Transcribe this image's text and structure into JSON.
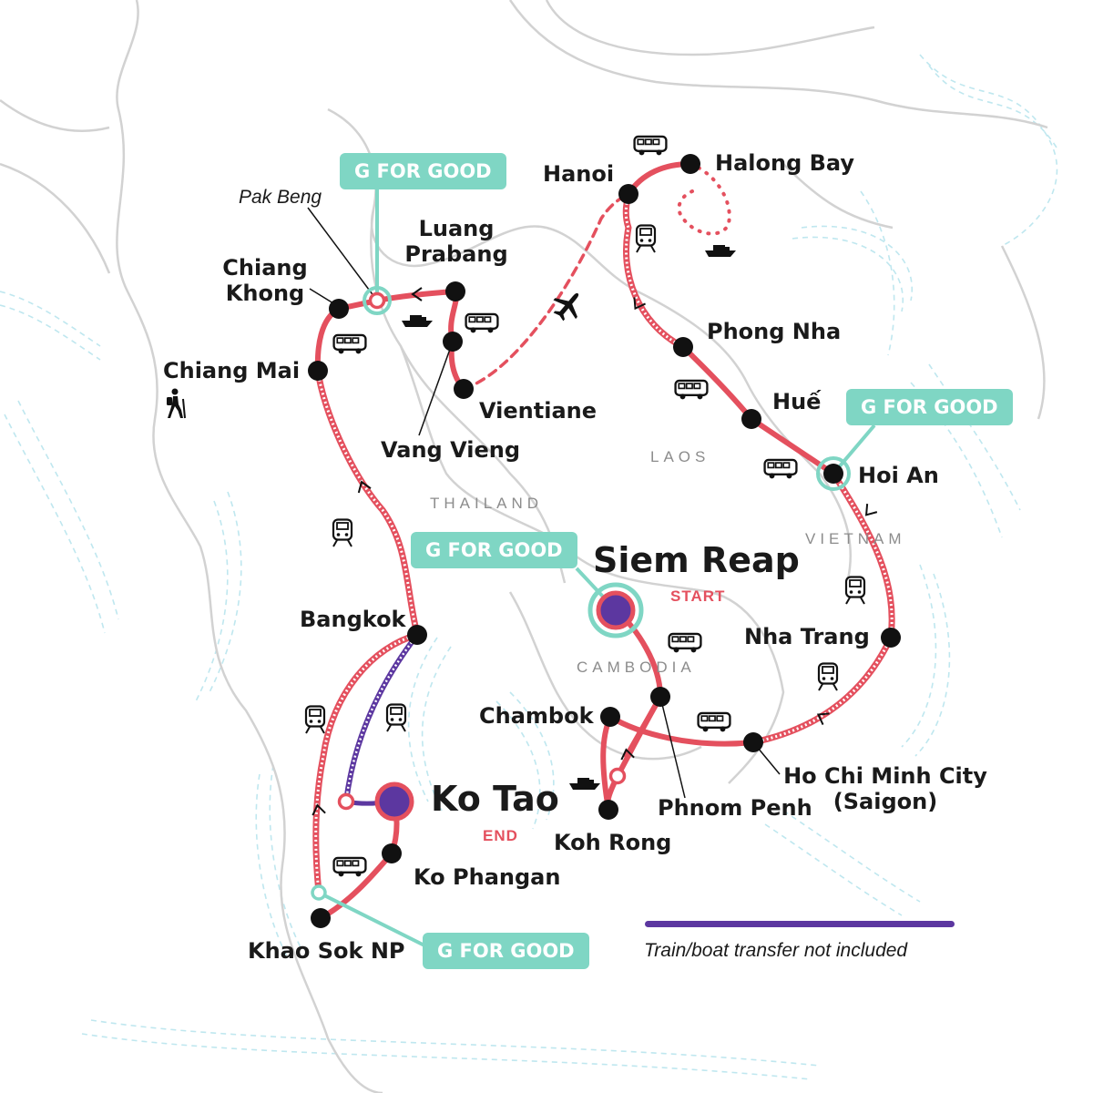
{
  "map_title": "Southeast Asia trip route map",
  "colors": {
    "route": "#e4505e",
    "stop": "#111111",
    "start_end_fill": "#5c37a0",
    "g_for_good": "#7fd6c4",
    "transfer_not_included": "#5c37a0",
    "coast_lines": "#a8dde8",
    "borders": "#cfcfcf"
  },
  "countries": {
    "laos": "LAOS",
    "thailand": "THAILAND",
    "vietnam": "VIETNAM",
    "cambodia": "CAMBODIA"
  },
  "start": {
    "name": "Siem Reap",
    "tag": "START"
  },
  "end": {
    "name": "Ko Tao",
    "tag": "END"
  },
  "stops": {
    "hanoi": "Hanoi",
    "halong_bay": "Halong Bay",
    "pak_beng": "Pak Beng",
    "luang_prabang": "Luang\nPrabang",
    "chiang_khong": "Chiang\nKhong",
    "chiang_mai": "Chiang Mai",
    "vang_vieng": "Vang Vieng",
    "vientiane": "Vientiane",
    "phong_nha": "Phong Nha",
    "hue": "Huế",
    "hoi_an": "Hoi An",
    "nha_trang": "Nha Trang",
    "bangkok": "Bangkok",
    "chambok": "Chambok",
    "phnom_penh": "Phnom Penh",
    "koh_rong": "Koh Rong",
    "ho_chi_minh_city": "Ho Chi Minh City\n(Saigon)",
    "ko_phangan": "Ko Phangan",
    "khao_sok": "Khao Sok NP"
  },
  "g_for_good_label": "G FOR GOOD",
  "legend": {
    "transfer_not_included": "Train/boat transfer not included"
  },
  "icons": {
    "bus": "bus-icon",
    "train": "train-icon",
    "boat": "boat-icon",
    "plane": "plane-icon",
    "hiker": "hiker-icon"
  }
}
